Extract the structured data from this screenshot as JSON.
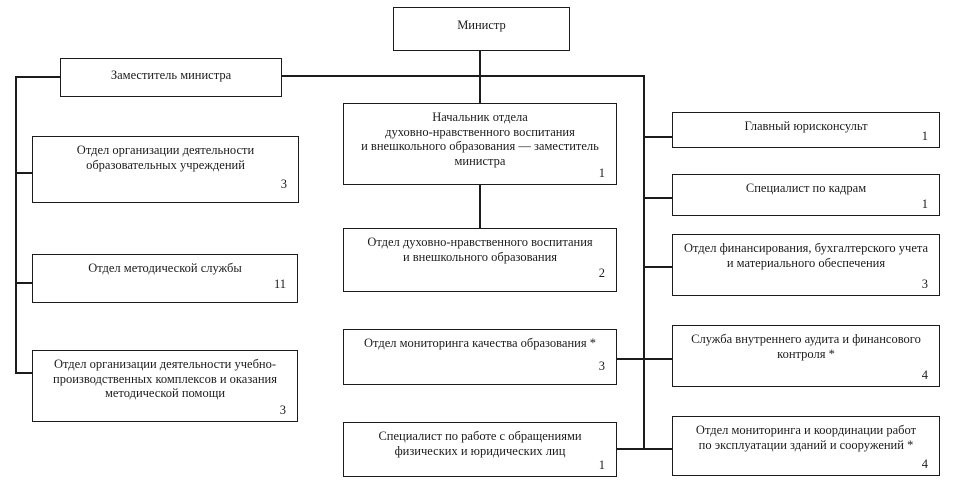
{
  "diagram": {
    "type": "org-chart",
    "language": "ru"
  },
  "nodes": {
    "minister": {
      "label": "Министр"
    },
    "deputy": {
      "label": "Заместитель министра"
    },
    "chief": {
      "label": "Начальник отдела\nдуховно-нравственного воспитания\nи внешкольного образования — заместитель\nминистра",
      "count": "1"
    },
    "left1": {
      "label": "Отдел организации деятельности\nобразовательных учреждений",
      "count": "3"
    },
    "left2": {
      "label": "Отдел методической службы",
      "count": "11"
    },
    "left3": {
      "label": "Отдел организации деятельности учебно-\nпроизводственных комплексов и оказания\nметодической помощи",
      "count": "3"
    },
    "center2": {
      "label": "Отдел духовно-нравственного воспитания\nи внешкольного образования",
      "count": "2"
    },
    "center3": {
      "label": "Отдел мониторинга качества образования *",
      "count": "3"
    },
    "center4": {
      "label": "Специалист по работе с обращениями\nфизических и юридических лиц",
      "count": "1"
    },
    "right1": {
      "label": "Главный юрисконсульт",
      "count": "1"
    },
    "right2": {
      "label": "Специалист по кадрам",
      "count": "1"
    },
    "right3": {
      "label": "Отдел финансирования, бухгалтерского учета\nи материального обеспечения",
      "count": "3"
    },
    "right4": {
      "label": "Служба внутреннего аудита и финансового\nконтроля *",
      "count": "4"
    },
    "right5": {
      "label": "Отдел мониторинга и координации работ\nпо эксплуатации зданий и сооружений *",
      "count": "4"
    }
  },
  "edges": [
    [
      "minister",
      "chief"
    ],
    [
      "deputy",
      "left1"
    ],
    [
      "deputy",
      "left2"
    ],
    [
      "deputy",
      "left3"
    ],
    [
      "deputy",
      "right1"
    ],
    [
      "deputy",
      "right2"
    ],
    [
      "deputy",
      "right3"
    ],
    [
      "chief",
      "center2"
    ],
    [
      "center3",
      "right4"
    ],
    [
      "center4",
      "right5"
    ]
  ]
}
